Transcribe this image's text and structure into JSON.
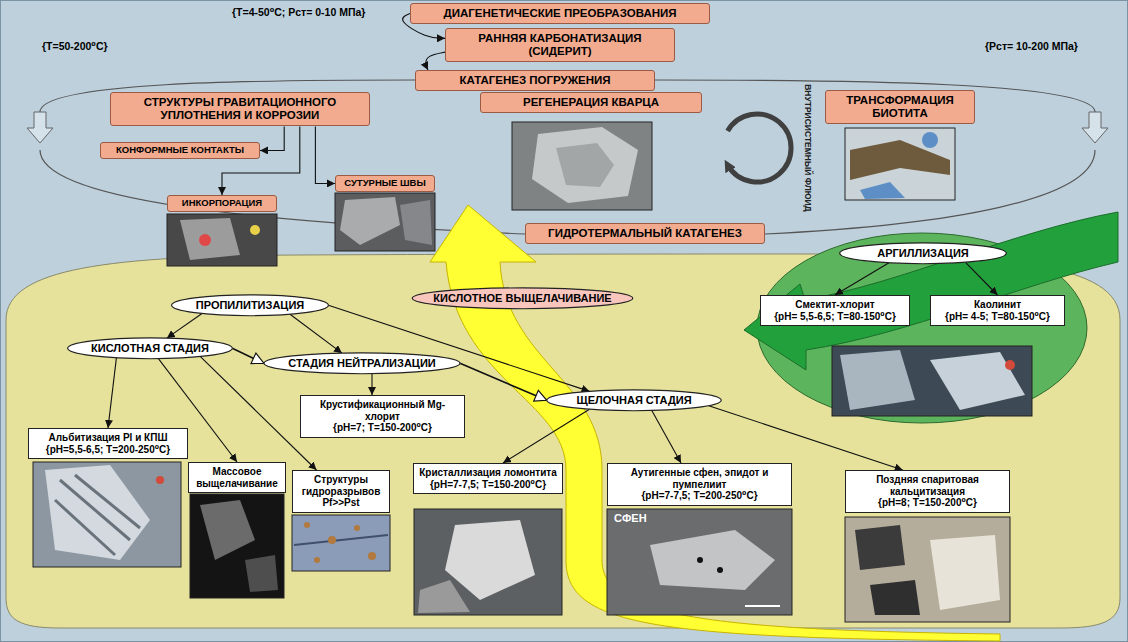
{
  "diagram": {
    "nodes": [
      {
        "text": [
          "ДИАГЕНЕТИЧЕСКИЕ ПРЕОБРАЗОВАНИЯ"
        ]
      },
      {
        "text": [
          "РАННЯЯ КАРБОНАТИЗАЦИЯ (СИДЕРИТ)"
        ]
      },
      {
        "text": [
          "КАТАГЕНЕЗ ПОГРУЖЕНИЯ"
        ]
      },
      {
        "text": [
          "СТРУКТУРЫ ГРАВИТАЦИОННОГО УПЛОТНЕНИЯ И КОРРОЗИИ"
        ]
      },
      {
        "text": [
          "РЕГЕНЕРАЦИЯ КВАРЦА"
        ]
      },
      {
        "text": [
          "ТРАНСФОРМАЦИЯ БИОТИТА"
        ]
      },
      {
        "text": [
          "КОНФОРМНЫЕ КОНТАКТЫ"
        ]
      },
      {
        "text": [
          "СУТУРНЫЕ ШВЫ"
        ]
      },
      {
        "text": [
          "ИНКОРПОРАЦИЯ"
        ]
      },
      {
        "text": [
          "ГИДРОТЕРМАЛЬНЫЙ КАТАГЕНЕЗ"
        ]
      },
      {
        "text": [
          "АРГИЛЛИЗАЦИЯ"
        ]
      },
      {
        "text": [
          "Смектит-хлорит",
          "{pH= 5,5-6,5; T=80-150⁰C}"
        ]
      },
      {
        "text": [
          "Каолинит",
          "{pH= 4-5; T=80-150⁰C}"
        ]
      },
      {
        "text": [
          "КИСЛОТНОЕ ВЫЩЕЛАЧИВАНИЕ"
        ]
      },
      {
        "text": [
          "ПРОПИЛИТИЗАЦИЯ"
        ]
      },
      {
        "text": [
          "КИСЛОТНАЯ СТАДИЯ"
        ]
      },
      {
        "text": [
          "СТАДИЯ НЕЙТРАЛИЗАЦИИ"
        ]
      },
      {
        "text": [
          "ЩЕЛОЧНАЯ СТАДИЯ"
        ]
      },
      {
        "text": [
          "Крустификационный Mg-хлорит",
          "{pH=7; T=150-200⁰C}"
        ]
      },
      {
        "text": [
          "Альбитизация Pl и КПШ",
          "{pH=5,5-6,5; T=200-250⁰C}"
        ]
      },
      {
        "text": [
          "Массовое выщелачивание"
        ]
      },
      {
        "text": [
          "Структуры гидроразрывов",
          "Pf>>Pst"
        ]
      },
      {
        "text": [
          "Кристаллизация ломонтита",
          "{pH=7-7,5; T=150-200⁰C}"
        ]
      },
      {
        "text": [
          "Аутигенные сфен, эпидот и пумпелиит",
          "{pH=7-7,5; T=200-250⁰C}"
        ]
      },
      {
        "text": [
          "Поздняя спаритовая кальцитизация",
          "{pH=8; T=150-200⁰C}"
        ]
      }
    ],
    "edges": [
      {
        "from": 0,
        "to": 1,
        "arrow": "to"
      },
      {
        "from": 1,
        "to": 2,
        "arrow": "to"
      },
      {
        "from": 3,
        "to": 6,
        "arrow": "to"
      },
      {
        "from": 3,
        "to": 8,
        "arrow": "to"
      },
      {
        "from": 3,
        "to": 7,
        "arrow": "to"
      },
      {
        "from": 14,
        "to": 15,
        "arrow": "to"
      },
      {
        "from": 14,
        "to": 16,
        "arrow": "to"
      },
      {
        "from": 14,
        "to": 17,
        "arrow": "to"
      },
      {
        "from": 15,
        "to": 16,
        "arrow": "to"
      },
      {
        "from": 16,
        "to": 17,
        "arrow": "to"
      },
      {
        "from": 15,
        "to": 19,
        "arrow": "to"
      },
      {
        "from": 15,
        "to": 20,
        "arrow": "to"
      },
      {
        "from": 15,
        "to": 21,
        "arrow": "to"
      },
      {
        "from": 16,
        "to": 18,
        "arrow": "to"
      },
      {
        "from": 17,
        "to": 22,
        "arrow": "to"
      },
      {
        "from": 17,
        "to": 23,
        "arrow": "to"
      },
      {
        "from": 17,
        "to": 24,
        "arrow": "to"
      },
      {
        "from": 10,
        "to": 11,
        "arrow": "to"
      },
      {
        "from": 10,
        "to": 12,
        "arrow": "to"
      }
    ],
    "labels": [
      "{T=4-50⁰C; Pст= 0-10 МПа}",
      "{T=50-200⁰C}",
      "{Pст= 10-200 МПа}",
      "ВНУТРИСИСТЕМНЫЙ ФЛЮИД",
      "СФЕН"
    ]
  }
}
